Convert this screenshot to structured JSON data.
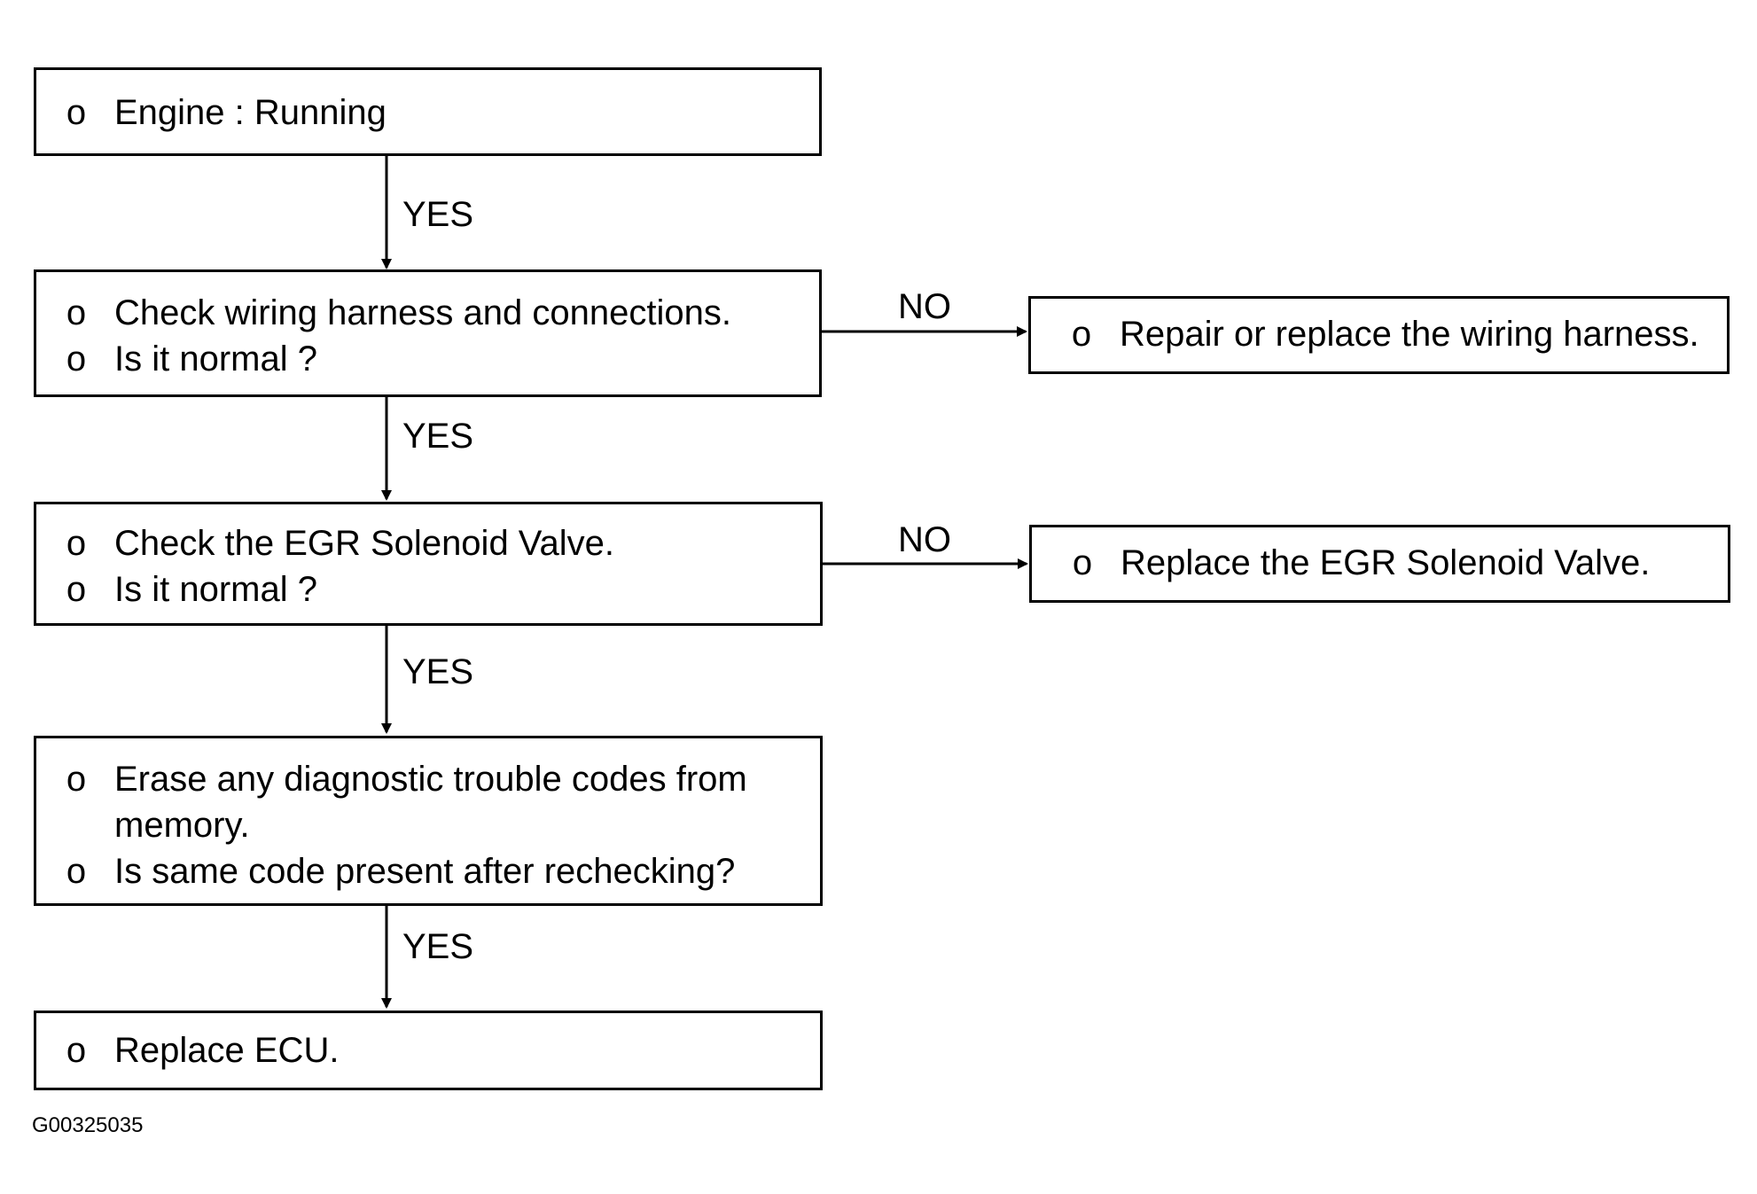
{
  "bullet": "o",
  "boxes": {
    "engine_running": {
      "lines": [
        "Engine : Running"
      ]
    },
    "check_wiring": {
      "lines": [
        "Check wiring harness and connections.",
        "Is it normal ?"
      ]
    },
    "repair_wiring": {
      "lines": [
        "Repair or replace the wiring harness."
      ]
    },
    "check_egr": {
      "lines": [
        "Check the EGR Solenoid Valve.",
        "Is it normal ?"
      ]
    },
    "replace_egr": {
      "lines": [
        "Replace the EGR Solenoid Valve."
      ]
    },
    "erase_codes": {
      "lines": [
        "Erase any diagnostic trouble codes from",
        "memory.",
        "Is same code present after rechecking?"
      ]
    },
    "replace_ecu": {
      "lines": [
        "Replace ECU."
      ]
    }
  },
  "edges": {
    "engine_to_wiring": "YES",
    "wiring_to_egr": "YES",
    "wiring_to_repair": "NO",
    "egr_to_erase": "YES",
    "egr_to_replace": "NO",
    "erase_to_ecu": "YES"
  },
  "figure_id": "G00325035"
}
